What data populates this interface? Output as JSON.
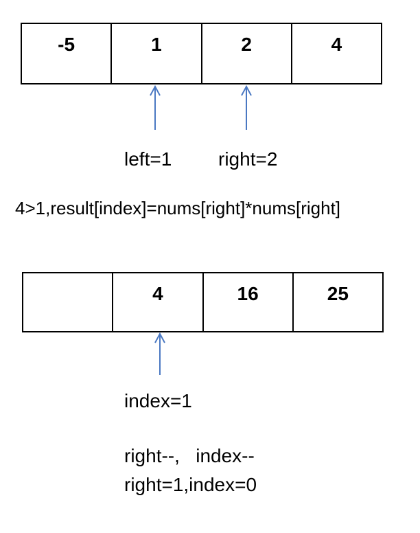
{
  "array_top": [
    "-5",
    "1",
    "2",
    "4"
  ],
  "array_bottom": [
    "",
    "4",
    "16",
    "25"
  ],
  "labels": {
    "left": "left=1",
    "right": "right=2",
    "condition": "4>1,result[index]=nums[right]*nums[right]",
    "index": "index=1",
    "step1": "right--,   index--",
    "step2": "right=1,index=0"
  },
  "colors": {
    "arrow": "#4a78c2",
    "border": "#000000"
  }
}
